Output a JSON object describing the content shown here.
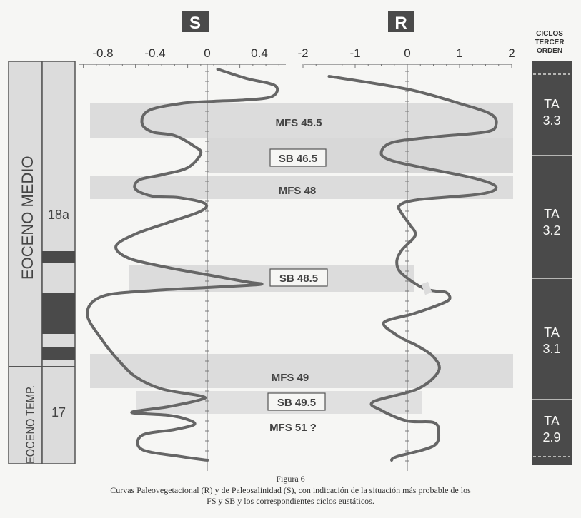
{
  "caption": {
    "figure": "Figura 6",
    "text": "Curvas Paleovegetacional (R) y de Paleosalinidad (S), con indicación de la situación más probable de los FS y SB y los correspondientes ciclos eustáticos."
  },
  "colors": {
    "curve": "#666666",
    "dark": "#4a4a4a",
    "band": "#dcdcdc",
    "paper": "#f6f6f4"
  },
  "strat": {
    "epoch_upper": "EOCENO MEDIO",
    "epoch_lower": "EOCENO TEMP.",
    "zone_upper": "18a",
    "zone_lower": "17"
  },
  "cycles": {
    "header": [
      "CICLOS",
      "TERCER",
      "ORDEN"
    ],
    "items": [
      {
        "label": [
          "TA",
          "3.3"
        ]
      },
      {
        "label": [
          "TA",
          "3.2"
        ]
      },
      {
        "label": [
          "TA",
          "3.1"
        ]
      },
      {
        "label": [
          "TA",
          "2.9"
        ]
      }
    ]
  },
  "surfaces": [
    {
      "label": "MFS  45.5",
      "boxed": false
    },
    {
      "label": "SB  46.5",
      "boxed": true
    },
    {
      "label": "MFS  48",
      "boxed": false
    },
    {
      "label": "SB  48.5",
      "boxed": true
    },
    {
      "label": "MFS  49",
      "boxed": false
    },
    {
      "label": "SB  49.5",
      "boxed": true
    },
    {
      "label": "MFS  51  ?",
      "boxed": false
    }
  ],
  "chart_data": [
    {
      "type": "line",
      "title": "S",
      "xlim": [
        -1.0,
        0.6
      ],
      "xticks": [
        "-0.8",
        "-0.4",
        "0",
        "0.4"
      ],
      "series": [
        {
          "values": [
            [
              0.08,
              97
            ],
            [
              0.3,
              110
            ],
            [
              0.52,
              120
            ],
            [
              0.5,
              135
            ],
            [
              0.3,
              140
            ],
            [
              0.05,
              142
            ],
            [
              -0.2,
              145
            ],
            [
              -0.45,
              155
            ],
            [
              -0.5,
              173
            ],
            [
              -0.42,
              185
            ],
            [
              -0.25,
              190
            ],
            [
              -0.1,
              205
            ],
            [
              -0.05,
              215
            ],
            [
              -0.15,
              235
            ],
            [
              -0.35,
              245
            ],
            [
              -0.52,
              252
            ],
            [
              -0.55,
              265
            ],
            [
              -0.42,
              275
            ],
            [
              -0.22,
              277
            ],
            [
              -0.02,
              285
            ],
            [
              -0.05,
              296
            ],
            [
              -0.3,
              312
            ],
            [
              -0.55,
              328
            ],
            [
              -0.7,
              345
            ],
            [
              -0.6,
              362
            ],
            [
              -0.3,
              375
            ],
            [
              0.0,
              385
            ],
            [
              0.3,
              395
            ],
            [
              0.42,
              398
            ],
            [
              0.3,
              400
            ],
            [
              0.0,
              403
            ],
            [
              -0.4,
              407
            ],
            [
              -0.8,
              415
            ],
            [
              -0.92,
              440
            ],
            [
              -0.8,
              478
            ],
            [
              -0.68,
              505
            ],
            [
              -0.55,
              528
            ],
            [
              -0.35,
              545
            ],
            [
              -0.05,
              555
            ],
            [
              -0.05,
              560
            ],
            [
              -0.3,
              570
            ],
            [
              -0.58,
              578
            ],
            [
              -0.3,
              582
            ],
            [
              -0.15,
              588
            ],
            [
              -0.1,
              595
            ],
            [
              -0.25,
              602
            ],
            [
              -0.5,
              610
            ],
            [
              -0.5,
              630
            ],
            [
              -0.2,
              640
            ],
            [
              0.0,
              645
            ]
          ]
        }
      ]
    },
    {
      "type": "line",
      "title": "R",
      "xlim": [
        -2.2,
        2.2
      ],
      "xticks": [
        "-2",
        "-1",
        "0",
        "1",
        "2"
      ],
      "series": [
        {
          "values": [
            [
              -1.5,
              107
            ],
            [
              0.0,
              125
            ],
            [
              1.0,
              145
            ],
            [
              1.6,
              160
            ],
            [
              1.7,
              175
            ],
            [
              1.5,
              185
            ],
            [
              0.5,
              192
            ],
            [
              -0.3,
              200
            ],
            [
              -0.5,
              215
            ],
            [
              -0.3,
              225
            ],
            [
              0.3,
              235
            ],
            [
              1.3,
              250
            ],
            [
              1.7,
              262
            ],
            [
              1.4,
              272
            ],
            [
              0.2,
              280
            ],
            [
              -0.15,
              288
            ],
            [
              -0.1,
              300
            ],
            [
              0.05,
              315
            ],
            [
              0.15,
              330
            ],
            [
              -0.1,
              350
            ],
            [
              -0.2,
              365
            ],
            [
              -0.15,
              380
            ],
            [
              0.1,
              395
            ],
            [
              0.35,
              405
            ],
            [
              0.55,
              408
            ],
            [
              0.75,
              410
            ],
            [
              0.8,
              420
            ],
            [
              0.5,
              430
            ],
            [
              0.1,
              440
            ],
            [
              -0.45,
              452
            ],
            [
              -0.2,
              470
            ],
            [
              0.0,
              478
            ],
            [
              0.2,
              485
            ],
            [
              0.5,
              500
            ],
            [
              0.6,
              520
            ],
            [
              0.2,
              545
            ],
            [
              -0.65,
              563
            ],
            [
              -0.5,
              575
            ],
            [
              0.0,
              590
            ],
            [
              0.5,
              592
            ],
            [
              0.6,
              605
            ],
            [
              0.5,
              625
            ],
            [
              -0.2,
              640
            ],
            [
              -0.3,
              645
            ]
          ]
        }
      ]
    }
  ]
}
